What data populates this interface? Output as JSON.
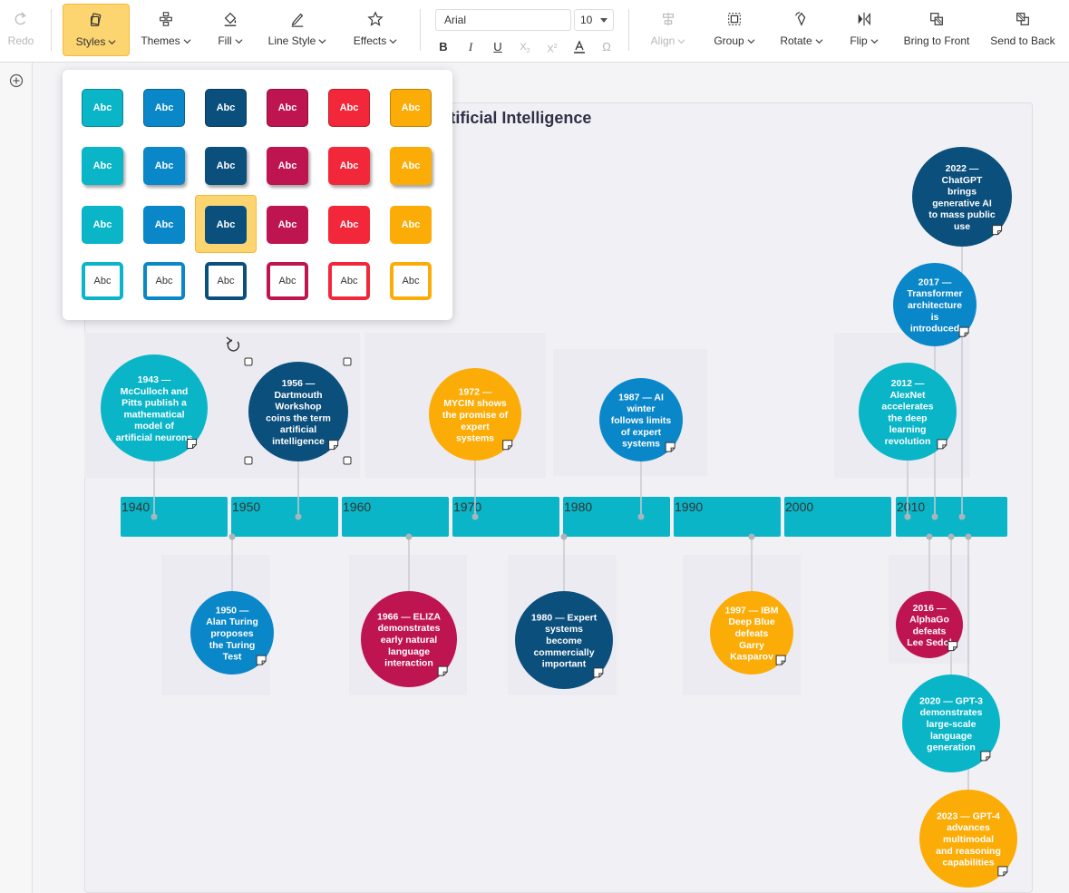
{
  "toolbar": {
    "redo": "Redo",
    "styles": "Styles",
    "themes": "Themes",
    "fill": "Fill",
    "line_style": "Line Style",
    "effects": "Effects",
    "font_family": "Arial",
    "font_size": "10",
    "align": "Align",
    "group": "Group",
    "rotate": "Rotate",
    "flip": "Flip",
    "bring_to_front": "Bring to Front",
    "send_to_back": "Send to Back"
  },
  "style_panel": {
    "swatch_label": "Abc",
    "colors": [
      "#0ab5c8",
      "#0a87c9",
      "#0b4f7c",
      "#be1450",
      "#f3273a",
      "#fbac07"
    ],
    "rows": [
      "flat-border",
      "shadow",
      "flat",
      "outline"
    ],
    "selected_row": 2,
    "selected_col": 2
  },
  "diagram": {
    "title": "History of Artificial Intelligence",
    "decades": [
      "1940",
      "1950",
      "1960",
      "1970",
      "1980",
      "1990",
      "2000",
      "2010"
    ],
    "events": [
      {
        "text": [
          "1943 —",
          "McCulloch and",
          "Pitts publish a",
          "mathematical",
          "model of",
          "artificial neurons"
        ],
        "color": "#0ab5c8"
      },
      {
        "text": [
          "1956 —",
          "Dartmouth",
          "Workshop",
          "coins the term",
          "artificial",
          "intelligence"
        ],
        "color": "#0b4f7c"
      },
      {
        "text": [
          "1972 —",
          "MYCIN shows",
          "the promise of",
          "expert",
          "systems"
        ],
        "color": "#fbac07"
      },
      {
        "text": [
          "1987 — AI",
          "winter",
          "follows limits",
          "of expert",
          "systems"
        ],
        "color": "#0a87c9"
      },
      {
        "text": [
          "2012 —",
          "AlexNet",
          "accelerates",
          "the deep",
          "learning",
          "revolution"
        ],
        "color": "#0ab5c8"
      },
      {
        "text": [
          "2017 —",
          "Transformer",
          "architecture",
          "is",
          "introduced"
        ],
        "color": "#0a87c9"
      },
      {
        "text": [
          "2022 —",
          "ChatGPT",
          "brings",
          "generative AI",
          "to mass public",
          "use"
        ],
        "color": "#0b4f7c"
      },
      {
        "text": [
          "1950 —",
          "Alan Turing",
          "proposes",
          "the Turing",
          "Test"
        ],
        "color": "#0a87c9"
      },
      {
        "text": [
          "1966 — ELIZA",
          "demonstrates",
          "early natural",
          "language",
          "interaction"
        ],
        "color": "#be1450"
      },
      {
        "text": [
          "1980 — Expert",
          "systems",
          "become",
          "commercially",
          "important"
        ],
        "color": "#0b4f7c"
      },
      {
        "text": [
          "1997 — IBM",
          "Deep Blue",
          "defeats",
          "Garry",
          "Kasparov"
        ],
        "color": "#fbac07"
      },
      {
        "text": [
          "2016 —",
          "AlphaGo",
          "defeats",
          "Lee Sedol"
        ],
        "color": "#be1450"
      },
      {
        "text": [
          "2020 — GPT-3",
          "demonstrates",
          "large-scale",
          "language",
          "generation"
        ],
        "color": "#0ab5c8"
      },
      {
        "text": [
          "2023 — GPT-4",
          "advances",
          "multimodal",
          "and reasoning",
          "capabilities"
        ],
        "color": "#fbac07"
      }
    ]
  }
}
